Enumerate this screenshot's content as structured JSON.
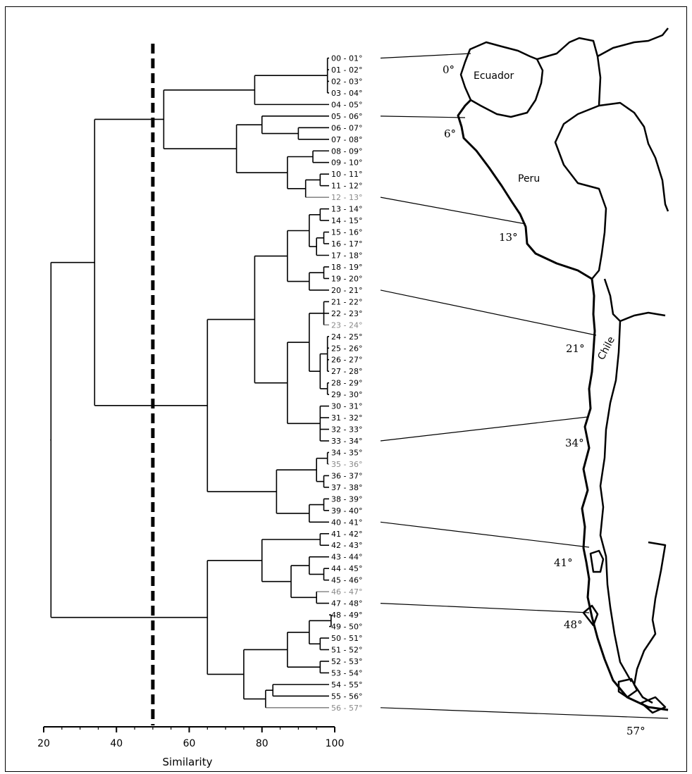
{
  "figure": {
    "axis_title": "Similarity",
    "x_ticks": [
      "20",
      "40",
      "60",
      "80",
      "100"
    ],
    "cut_similarity": 50,
    "countries": [
      "Ecuador",
      "Peru",
      "Chile"
    ],
    "latitudes": [
      "0°",
      "6°",
      "13°",
      "21°",
      "34°",
      "41°",
      "48°",
      "57°"
    ],
    "line_color": "#000000",
    "grey_branch_color": "#8a8a8a"
  },
  "chart_data": {
    "type": "dendrogram",
    "xlabel": "Similarity",
    "xlim": [
      20,
      100
    ],
    "cut_line": 50,
    "leaves": [
      "00 - 01°",
      "01 - 02°",
      "02 - 03°",
      "03 - 04°",
      "04 - 05°",
      "05 - 06°",
      "06 - 07°",
      "07 - 08°",
      "08 - 09°",
      "09 - 10°",
      "10 - 11°",
      "11 - 12°",
      "12 - 13°",
      "13 - 14°",
      "14 - 15°",
      "15 - 16°",
      "16 - 17°",
      "17 - 18°",
      "18 - 19°",
      "19 - 20°",
      "20 - 21°",
      "21 - 22°",
      "22 - 23°",
      "23 - 24°",
      "24 - 25°",
      "25 - 26°",
      "26 - 27°",
      "27 - 28°",
      "28 - 29°",
      "29 - 30°",
      "30 - 31°",
      "31 - 32°",
      "32 - 33°",
      "33 - 34°",
      "34 - 35°",
      "35 - 36°",
      "36 - 37°",
      "37 - 38°",
      "38 - 39°",
      "39 - 40°",
      "40 - 41°",
      "41 - 42°",
      "42 - 43°",
      "43 - 44°",
      "44 - 45°",
      "45 - 46°",
      "46 - 47°",
      "47 - 48°",
      "48 - 49°",
      "49 - 50°",
      "50 - 51°",
      "51 - 52°",
      "52 - 53°",
      "53 - 54°",
      "54 - 55°",
      "55 - 56°",
      "56 - 57°"
    ],
    "grey_leaves": [
      "12 - 13°",
      "23 - 24°",
      "35 - 36°",
      "46 - 47°",
      "56 - 57°"
    ],
    "latitude_marks": [
      {
        "label": "0°",
        "leaf": "00 - 01°"
      },
      {
        "label": "6°",
        "leaf": "05 - 06°"
      },
      {
        "label": "13°",
        "leaf": "12 - 13°"
      },
      {
        "label": "21°",
        "leaf": "20 - 21°"
      },
      {
        "label": "34°",
        "leaf": "33 - 34°"
      },
      {
        "label": "41°",
        "leaf": "40 - 41°"
      },
      {
        "label": "48°",
        "leaf": "47 - 48°"
      },
      {
        "label": "57°",
        "leaf": "56 - 57°"
      }
    ],
    "tree": {
      "h": 22,
      "c": [
        {
          "h": 34,
          "c": [
            {
              "h": 53,
              "c": [
                {
                  "h": 78,
                  "c": [
                    {
                      "h": 98,
                      "c": [
                        0,
                        1,
                        2,
                        3
                      ]
                    },
                    4
                  ]
                },
                {
                  "h": 73,
                  "c": [
                    {
                      "h": 80,
                      "c": [
                        5,
                        {
                          "h": 90,
                          "c": [
                            6,
                            7
                          ]
                        }
                      ]
                    },
                    {
                      "h": 87,
                      "c": [
                        {
                          "h": 94,
                          "c": [
                            8,
                            9
                          ]
                        },
                        {
                          "h": 92,
                          "c": [
                            {
                              "h": 96,
                              "c": [
                                10,
                                11
                              ]
                            },
                            12
                          ]
                        }
                      ]
                    }
                  ]
                }
              ]
            },
            {
              "h": 65,
              "c": [
                {
                  "h": 78,
                  "c": [
                    {
                      "h": 87,
                      "c": [
                        {
                          "h": 93,
                          "c": [
                            {
                              "h": 96,
                              "c": [
                                13,
                                14
                              ]
                            },
                            {
                              "h": 95,
                              "c": [
                                {
                                  "h": 97,
                                  "c": [
                                    15,
                                    16
                                  ]
                                },
                                17
                              ]
                            }
                          ]
                        },
                        {
                          "h": 93,
                          "c": [
                            {
                              "h": 97,
                              "c": [
                                18,
                                19
                              ]
                            },
                            20
                          ]
                        }
                      ]
                    },
                    {
                      "h": 87,
                      "c": [
                        {
                          "h": 93,
                          "c": [
                            {
                              "h": 97,
                              "c": [
                                21,
                                22,
                                23
                              ]
                            },
                            {
                              "h": 96,
                              "c": [
                                {
                                  "h": 98,
                                  "c": [
                                    24,
                                    25,
                                    26,
                                    27
                                  ]
                                },
                                {
                                  "h": 98,
                                  "c": [
                                    28,
                                    29
                                  ]
                                }
                              ]
                            }
                          ]
                        },
                        {
                          "h": 96,
                          "c": [
                            30,
                            31,
                            32,
                            33
                          ]
                        }
                      ]
                    }
                  ]
                },
                {
                  "h": 84,
                  "c": [
                    {
                      "h": 95,
                      "c": [
                        {
                          "h": 98,
                          "c": [
                            34,
                            35
                          ]
                        },
                        {
                          "h": 97,
                          "c": [
                            36,
                            37
                          ]
                        }
                      ]
                    },
                    {
                      "h": 93,
                      "c": [
                        {
                          "h": 97,
                          "c": [
                            38,
                            39
                          ]
                        },
                        40
                      ]
                    }
                  ]
                }
              ]
            }
          ]
        },
        {
          "h": 65,
          "c": [
            {
              "h": 80,
              "c": [
                {
                  "h": 96,
                  "c": [
                    41,
                    42
                  ]
                },
                {
                  "h": 88,
                  "c": [
                    {
                      "h": 93,
                      "c": [
                        43,
                        {
                          "h": 97,
                          "c": [
                            44,
                            45
                          ]
                        }
                      ]
                    },
                    {
                      "h": 95,
                      "c": [
                        46,
                        47
                      ]
                    }
                  ]
                }
              ]
            },
            {
              "h": 75,
              "c": [
                {
                  "h": 87,
                  "c": [
                    {
                      "h": 93,
                      "c": [
                        {
                          "h": 99,
                          "c": [
                            48,
                            49
                          ]
                        },
                        {
                          "h": 96,
                          "c": [
                            50,
                            51
                          ]
                        }
                      ]
                    },
                    {
                      "h": 96,
                      "c": [
                        52,
                        53
                      ]
                    }
                  ]
                },
                {
                  "h": 81,
                  "c": [
                    {
                      "h": 83,
                      "c": [
                        54,
                        55
                      ]
                    },
                    56
                  ]
                }
              ]
            }
          ]
        }
      ]
    }
  }
}
